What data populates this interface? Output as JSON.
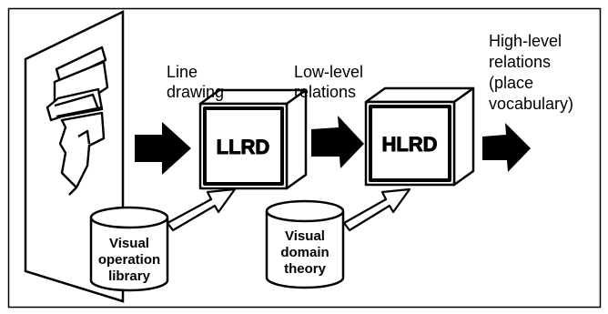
{
  "labels": {
    "line_drawing": [
      "Line",
      "drawing"
    ],
    "low_level_relations": [
      "Low-level",
      "relations"
    ],
    "high_level_relations": [
      "High-level",
      "relations",
      "(place",
      "vocabulary)"
    ]
  },
  "boxes": {
    "llrd": "LLRD",
    "hlrd": "HLRD"
  },
  "cylinders": {
    "visual_operation_library": [
      "Visual",
      "operation",
      "library"
    ],
    "visual_domain_theory": [
      "Visual",
      "domain",
      "theory"
    ]
  },
  "icons": {
    "input_image": "line-drawing-face-icon",
    "flow_arrow": "thick-right-arrow-icon",
    "input_arrow": "hollow-diagonal-arrow-icon"
  },
  "colors": {
    "stroke": "#000000",
    "fill": "#ffffff"
  }
}
